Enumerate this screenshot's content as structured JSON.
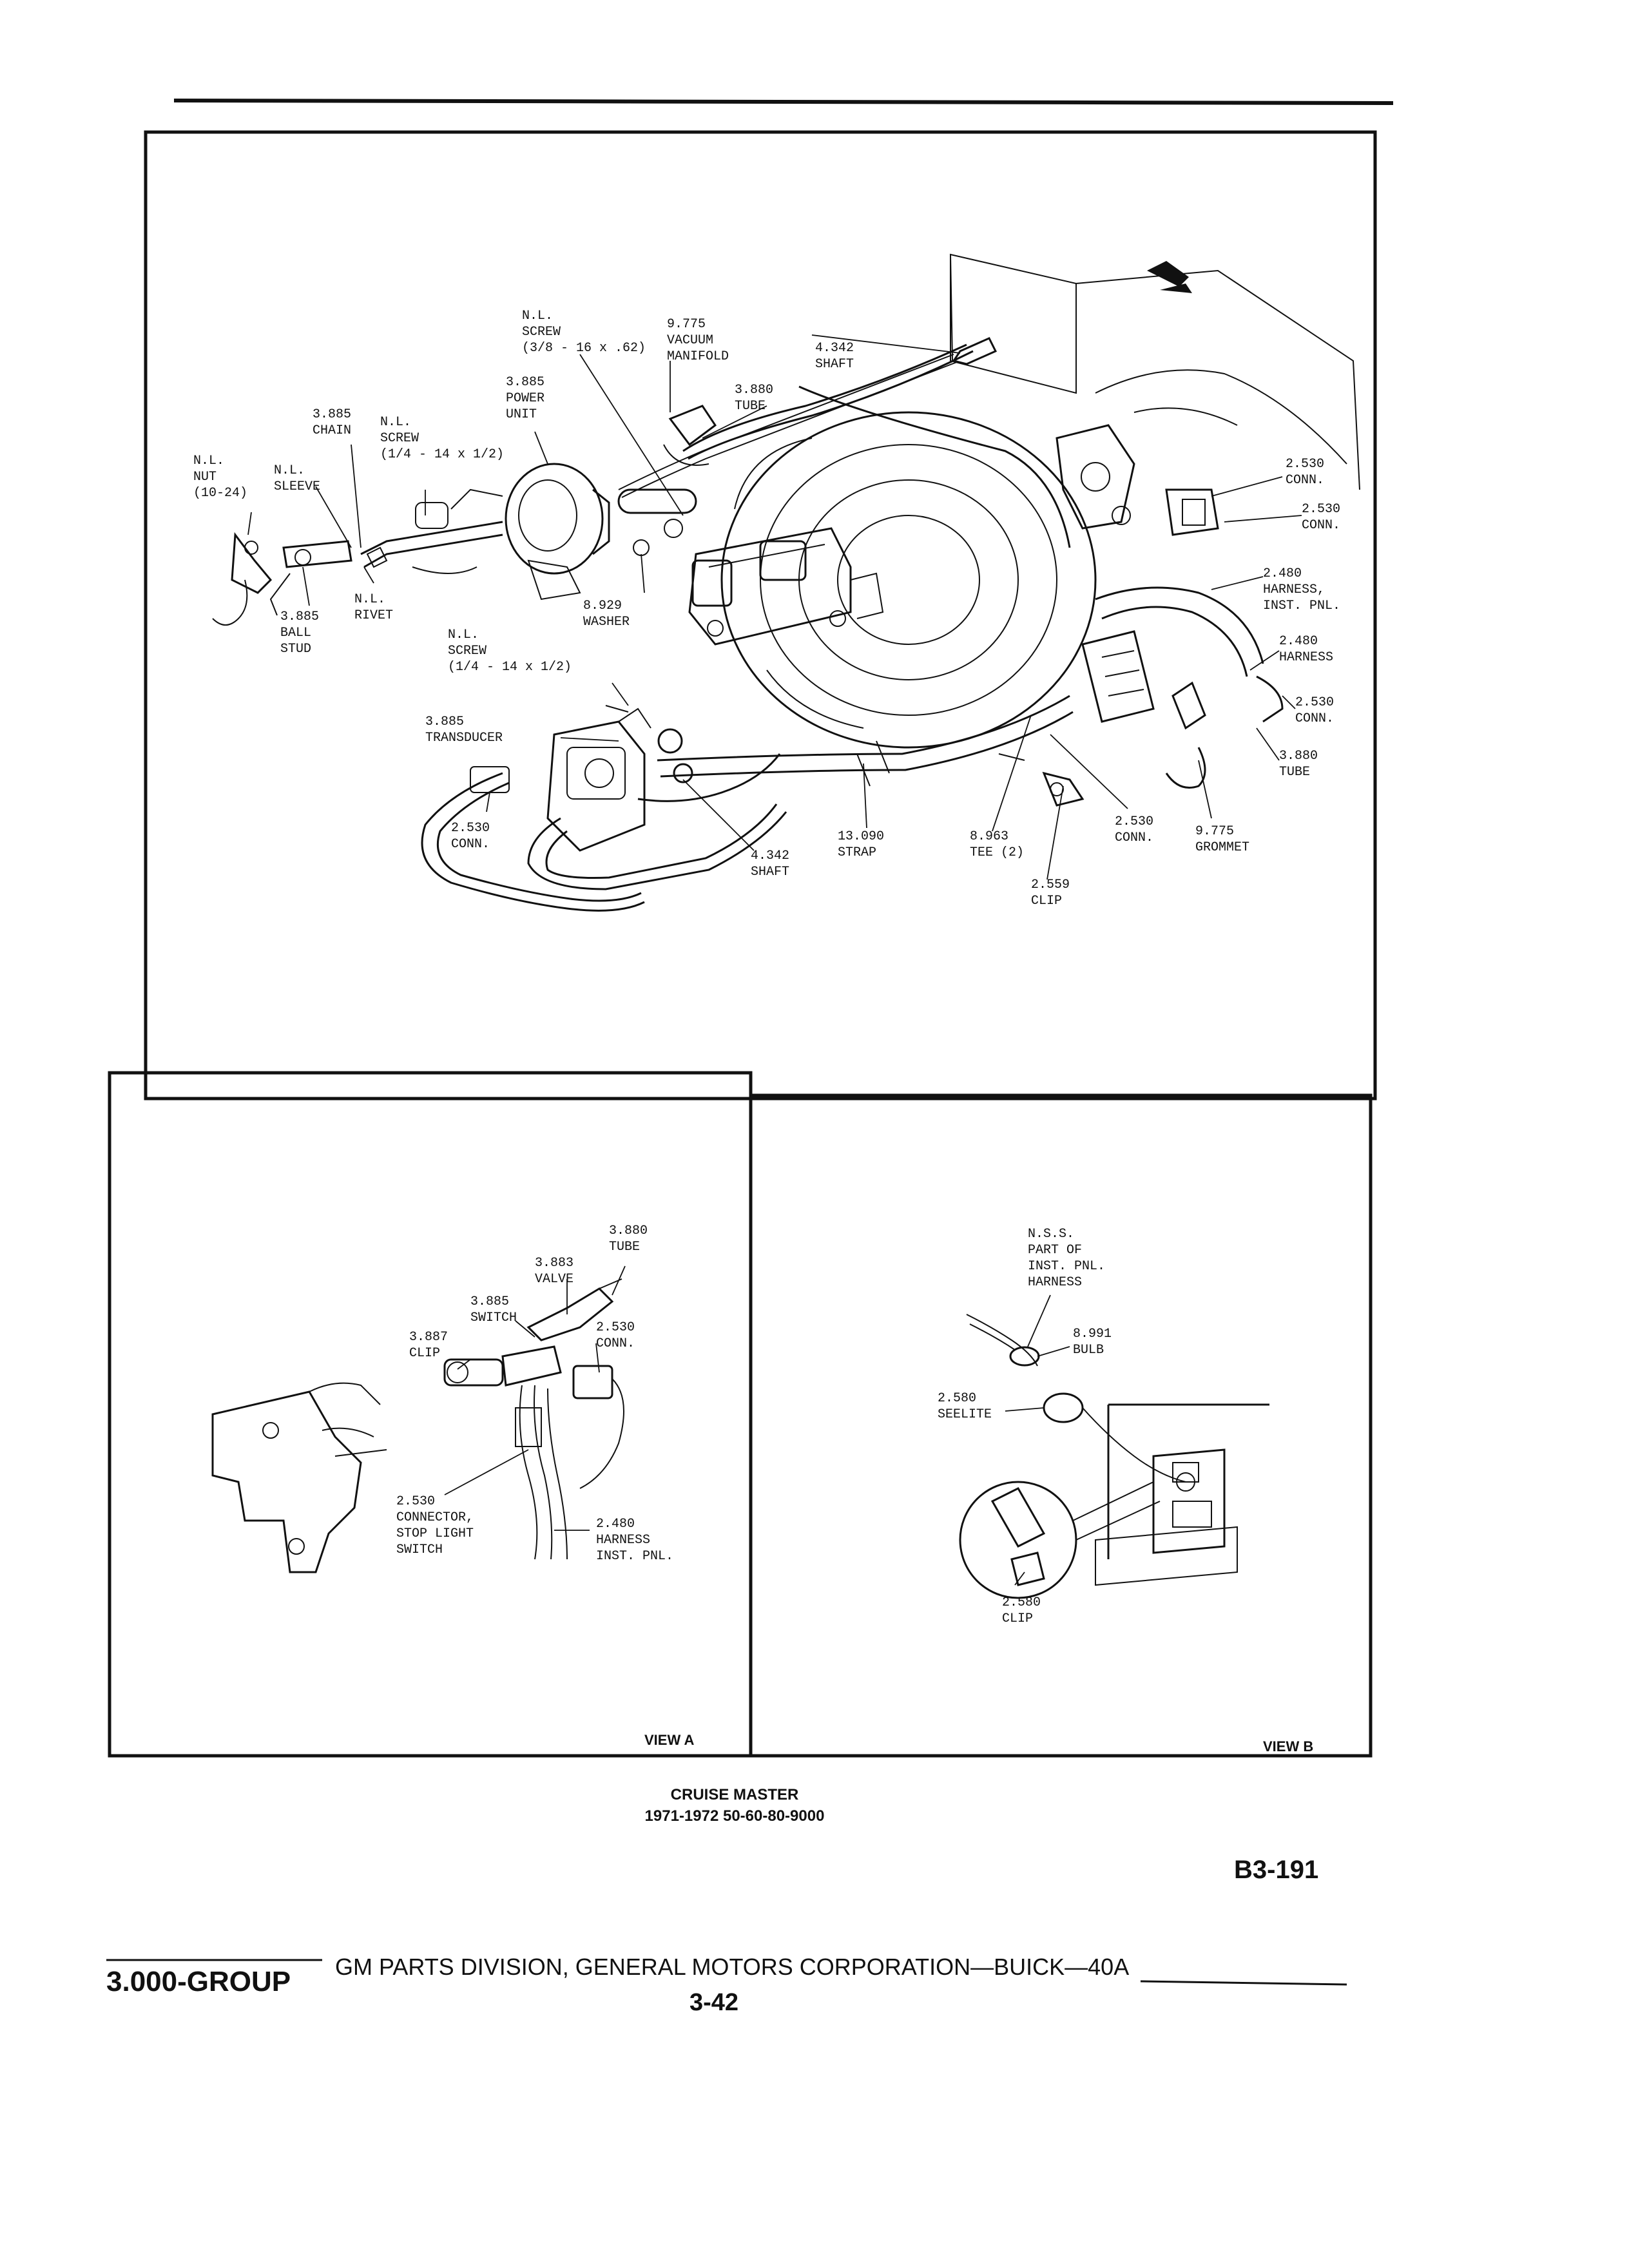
{
  "main_view": {
    "labels": [
      {
        "id": "nl-nut",
        "lines": [
          "N.L.",
          "NUT",
          "(10-24)"
        ]
      },
      {
        "id": "nl-sleeve",
        "lines": [
          "N.L.",
          "SLEEVE"
        ]
      },
      {
        "id": "chain",
        "lines": [
          "3.885",
          "CHAIN"
        ]
      },
      {
        "id": "nl-screw-a",
        "lines": [
          "N.L.",
          "SCREW",
          "(1/4 - 14 x 1/2)"
        ]
      },
      {
        "id": "nl-screw-b",
        "lines": [
          "N.L.",
          "SCREW",
          "(3/8 - 16 x .62)"
        ]
      },
      {
        "id": "power-unit",
        "lines": [
          "3.885",
          "POWER",
          "UNIT"
        ]
      },
      {
        "id": "vacuum-manifold",
        "lines": [
          "9.775",
          "VACUUM",
          "MANIFOLD"
        ]
      },
      {
        "id": "tube-top",
        "lines": [
          "3.880",
          "TUBE"
        ]
      },
      {
        "id": "shaft-top",
        "lines": [
          "4.342",
          "SHAFT"
        ]
      },
      {
        "id": "ball-stud",
        "lines": [
          "3.885",
          "BALL",
          "STUD"
        ]
      },
      {
        "id": "nl-rivet",
        "lines": [
          "N.L.",
          "RIVET"
        ]
      },
      {
        "id": "washer",
        "lines": [
          "8.929",
          "WASHER"
        ]
      },
      {
        "id": "nl-screw-c",
        "lines": [
          "N.L.",
          "SCREW",
          "(1/4 - 14 x 1/2)"
        ]
      },
      {
        "id": "transducer",
        "lines": [
          "3.885",
          "TRANSDUCER"
        ]
      },
      {
        "id": "conn-left",
        "lines": [
          "2.530",
          "CONN."
        ]
      },
      {
        "id": "shaft-bottom",
        "lines": [
          "4.342",
          "SHAFT"
        ]
      },
      {
        "id": "strap",
        "lines": [
          "13.090",
          "STRAP"
        ]
      },
      {
        "id": "tee",
        "lines": [
          "8.963",
          "TEE (2)"
        ]
      },
      {
        "id": "clip-main",
        "lines": [
          "2.559",
          "CLIP"
        ]
      },
      {
        "id": "conn-mid",
        "lines": [
          "2.530",
          "CONN."
        ]
      },
      {
        "id": "grommet",
        "lines": [
          "9.775",
          "GROMMET"
        ]
      },
      {
        "id": "conn-r1",
        "lines": [
          "2.530",
          "CONN."
        ]
      },
      {
        "id": "conn-r2",
        "lines": [
          "2.530",
          "CONN."
        ]
      },
      {
        "id": "harness-inst",
        "lines": [
          "2.480",
          "HARNESS,",
          "INST. PNL."
        ]
      },
      {
        "id": "harness-r",
        "lines": [
          "2.480",
          "HARNESS"
        ]
      },
      {
        "id": "conn-r3",
        "lines": [
          "2.530",
          "CONN."
        ]
      },
      {
        "id": "tube-r",
        "lines": [
          "3.880",
          "TUBE"
        ]
      }
    ]
  },
  "view_a": {
    "caption": "VIEW A",
    "labels": [
      {
        "id": "tube",
        "lines": [
          "3.880",
          "TUBE"
        ]
      },
      {
        "id": "valve",
        "lines": [
          "3.883",
          "VALVE"
        ]
      },
      {
        "id": "switch",
        "lines": [
          "3.885",
          "SWITCH"
        ]
      },
      {
        "id": "clip",
        "lines": [
          "3.887",
          "CLIP"
        ]
      },
      {
        "id": "conn",
        "lines": [
          "2.530",
          "CONN."
        ]
      },
      {
        "id": "connector",
        "lines": [
          "2.530",
          "CONNECTOR,",
          "STOP LIGHT",
          "SWITCH"
        ]
      },
      {
        "id": "harness",
        "lines": [
          "2.480",
          "HARNESS",
          "INST. PNL."
        ]
      }
    ]
  },
  "view_b": {
    "caption": "VIEW B",
    "labels": [
      {
        "id": "nss",
        "lines": [
          "N.S.S.",
          "PART OF",
          "INST. PNL.",
          "HARNESS"
        ]
      },
      {
        "id": "bulb",
        "lines": [
          "8.991",
          "BULB"
        ]
      },
      {
        "id": "seelite",
        "lines": [
          "2.580",
          "SEELITE"
        ]
      },
      {
        "id": "clip",
        "lines": [
          "2.580",
          "CLIP"
        ]
      }
    ]
  },
  "caption": {
    "title": "CRUISE MASTER",
    "subtitle": "1971-1972 50-60-80-9000"
  },
  "figure_number": "B3-191",
  "footer": {
    "group": "3.000-GROUP",
    "publisher": "GM PARTS DIVISION, GENERAL MOTORS CORPORATION—BUICK—40A",
    "page": "3-42"
  }
}
